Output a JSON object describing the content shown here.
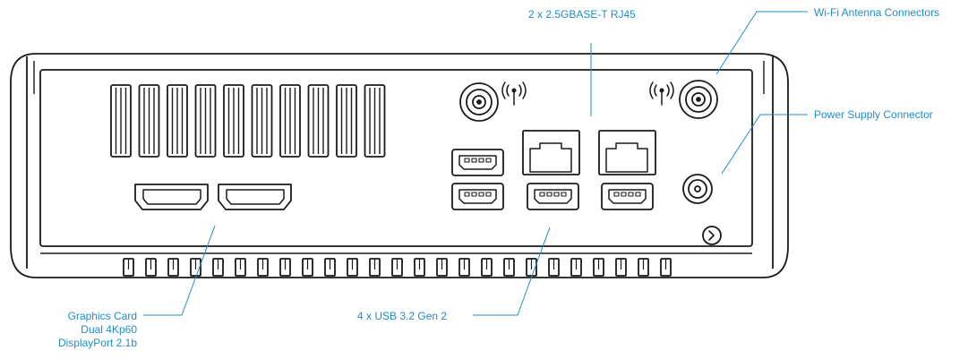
{
  "colors": {
    "accent": "#1f8ec7",
    "outline": "#1a1a1a",
    "panel": "#ffffff",
    "case": "#ffffff"
  },
  "icons": [
    "wifi-signal-icon",
    "power-button-icon"
  ],
  "callouts": {
    "rj45": "2 x 2.5GBASE-T RJ45",
    "wifi": "Wi-Fi Antenna Connectors",
    "power": "Power Supply Connector",
    "usb": "4 x USB 3.2 Gen 2",
    "graphics": [
      "Graphics Card",
      "Dual 4Kp60",
      "DisplayPort 2.1b"
    ]
  }
}
